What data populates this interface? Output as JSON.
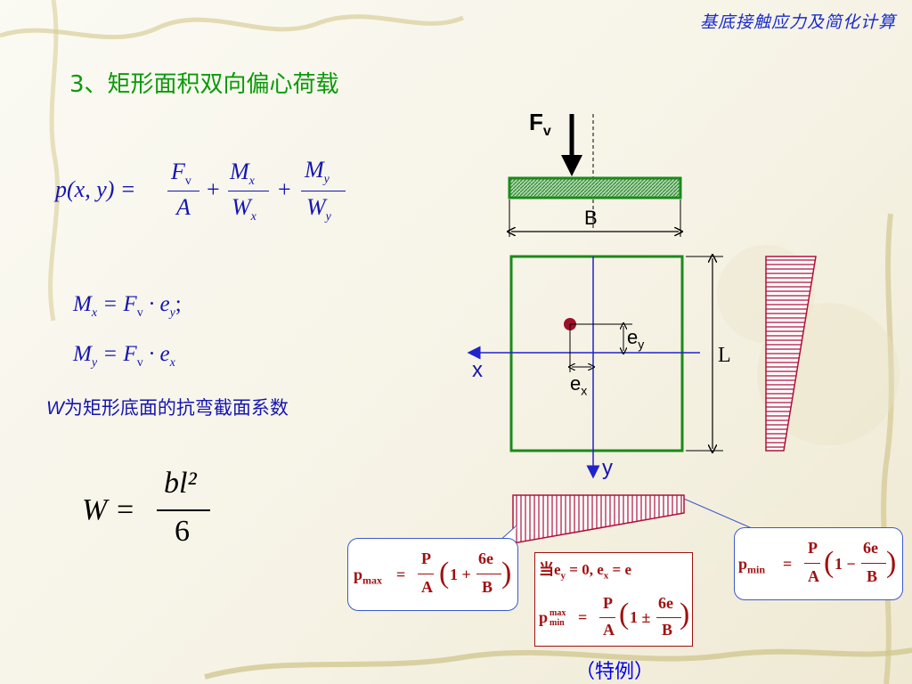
{
  "header": {
    "title": "基底接触应力及简化计算"
  },
  "section": {
    "title": "3、矩形面积双向偏心荷载"
  },
  "formulas": {
    "pressure_lhs": "p(x, y) =",
    "Fv": "F",
    "v": "v",
    "A": "A",
    "Mx": "M",
    "x": "x",
    "y": "y",
    "W": "W",
    "plus": "+",
    "mx_line": "M x = F v · e y ;",
    "my_line": "M y = F v · e x",
    "W_eq": "W =",
    "bl2": "bl²",
    "six": "6"
  },
  "note": {
    "w": "W",
    "text": "为矩形底面的抗弯截面系数"
  },
  "diagram": {
    "force_label": "F",
    "force_sub": "v",
    "B_label": "B",
    "L_label": "L",
    "x_axis": "x",
    "y_axis": "y",
    "ey_label": "e",
    "ey_sub": "y",
    "ex_label": "e",
    "ex_sub": "x"
  },
  "pmax_box": {
    "p": "p",
    "sub": "max",
    "eq": "=",
    "P": "P",
    "A": "A",
    "one_plus": "1 +",
    "six_e": "6e",
    "B": "B"
  },
  "pmin_box": {
    "p": "p",
    "sub": "min",
    "eq": "=",
    "P": "P",
    "A": "A",
    "one_minus": "1 −",
    "six_e": "6e",
    "B": "B"
  },
  "special_case": {
    "condition": "当e",
    "condition_rest": "= 0, e",
    "condition_end": "= e",
    "y": "y",
    "x": "x",
    "p": "p",
    "max": "max",
    "min": "min",
    "eq": "=",
    "P": "P",
    "A": "A",
    "one_pm": "1 ±",
    "six_e": "6e",
    "B": "B",
    "label": "（特例）"
  },
  "colors": {
    "title_green": "#0a9a0a",
    "formula_blue": "#1515b0",
    "foundation_green": "#1a8a1a",
    "stress_red": "#b0103a",
    "header_blue": "#1a2ccc"
  }
}
